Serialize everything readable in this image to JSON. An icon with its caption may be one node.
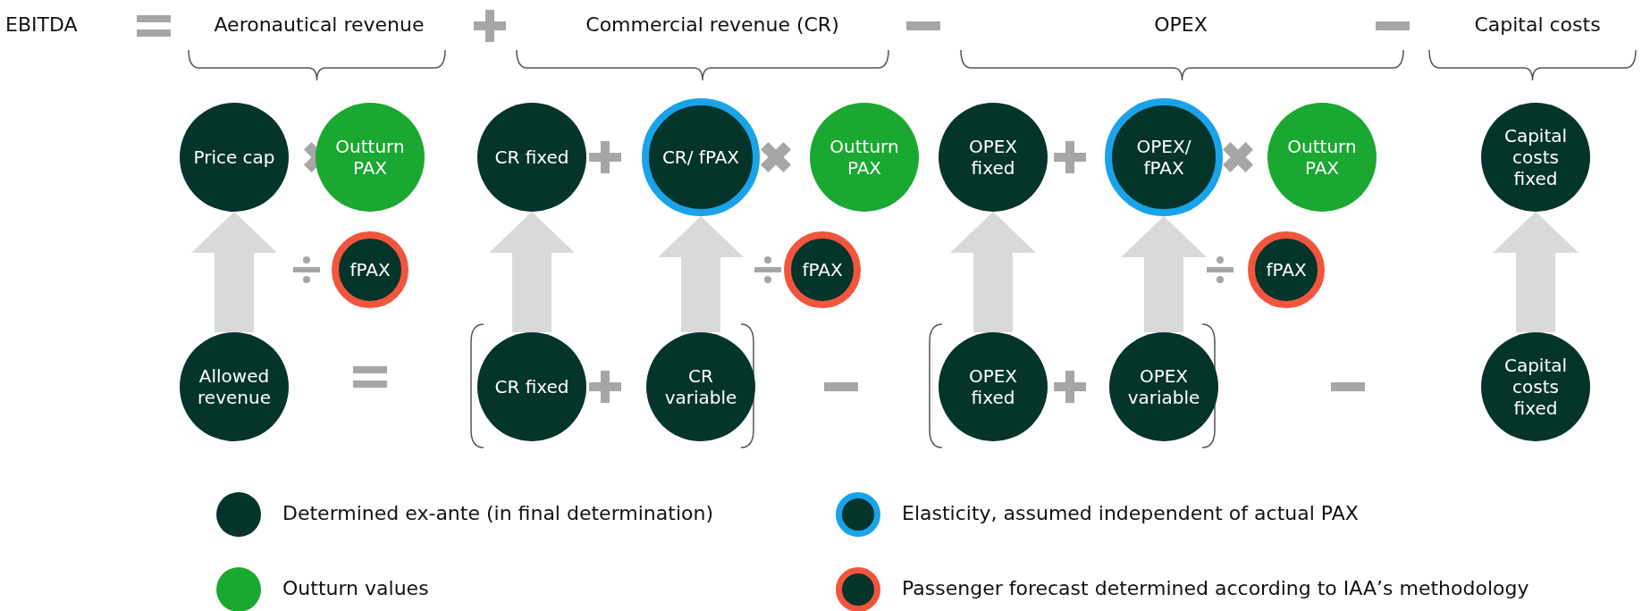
{
  "diagram": {
    "nodes": [
      {
        "text": [
          "Price cap"
        ]
      },
      {
        "text": [
          "Outturn PAX"
        ]
      },
      {
        "text": [
          "CR fixed"
        ]
      },
      {
        "text": [
          "CR/ fPAX"
        ]
      },
      {
        "text": [
          "Outturn PAX"
        ]
      },
      {
        "text": [
          "OPEX fixed"
        ]
      },
      {
        "text": [
          "OPEX/ fPAX"
        ]
      },
      {
        "text": [
          "Outturn PAX"
        ]
      },
      {
        "text": [
          "Capital costs fixed"
        ]
      },
      {
        "text": [
          "fPAX"
        ]
      },
      {
        "text": [
          "fPAX"
        ]
      },
      {
        "text": [
          "fPAX"
        ]
      },
      {
        "text": [
          "Allowed revenue"
        ]
      },
      {
        "text": [
          "CR fixed"
        ]
      },
      {
        "text": [
          "CR variable"
        ]
      },
      {
        "text": [
          "OPEX fixed"
        ]
      },
      {
        "text": [
          "OPEX variable"
        ]
      },
      {
        "text": [
          "Capital costs fixed"
        ]
      }
    ],
    "edges": [
      {
        "from": 12,
        "to": 0,
        "arrow": "to"
      },
      {
        "from": 13,
        "to": 2,
        "arrow": "to"
      },
      {
        "from": 14,
        "to": 3,
        "arrow": "to"
      },
      {
        "from": 15,
        "to": 5,
        "arrow": "to"
      },
      {
        "from": 16,
        "to": 6,
        "arrow": "to"
      },
      {
        "from": 17,
        "to": 8,
        "arrow": "to"
      }
    ],
    "labels": [
      "EBITDA",
      "Aeronautical revenue",
      "Commercial revenue (CR)",
      "OPEX",
      "Capital costs"
    ],
    "legend": [
      {
        "text": "Determined ex-ante (in final determination)",
        "color": "#04342a"
      },
      {
        "text": "Outturn values",
        "color": "#1aa832"
      },
      {
        "text": "Elasticity, assumed independent of actual PAX",
        "color": "#1aa3e8"
      },
      {
        "text": "Passenger forecast determined according to IAA’s methodology",
        "color": "#f2553d"
      }
    ]
  }
}
